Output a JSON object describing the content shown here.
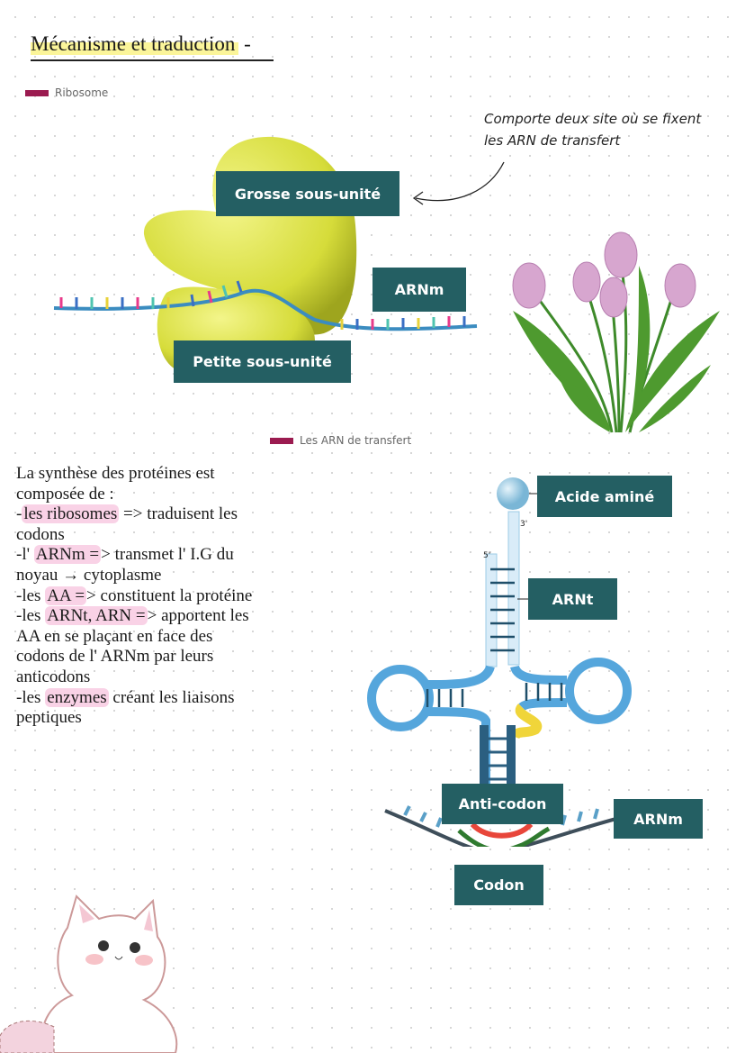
{
  "title": "Mécanisme et traduction",
  "title_suffix": "-",
  "ribosome_figure": {
    "legend": "Ribosome",
    "labels": {
      "large_subunit": "Grosse sous-unité",
      "mrna": "ARNm",
      "small_subunit": "Petite sous-unité"
    },
    "annotation_line1": "Comporte deux site où se fixent",
    "annotation_line2": "les ARN de transfert"
  },
  "trna_figure": {
    "legend": "Les ARN de transfert",
    "labels": {
      "amino_acid": "Acide aminé",
      "trna": "ARNt",
      "anticodon": "Anti-codon",
      "mrna": "ARNm",
      "codon": "Codon",
      "three_prime": "3'",
      "five_prime": "5'"
    }
  },
  "body": {
    "l1": "La synthèse des protéines est",
    "l2": "composée de :",
    "l3a": "-",
    "l3b": "les ribosomes",
    "l3c": " => traduisent les",
    "l4": "codons",
    "l5a": "-l' ",
    "l5b": "ARNm =",
    "l5c": "> transmet l' I.G du",
    "l6": "noyau → cytoplasme",
    "l7a": "-les ",
    "l7b": "AA =",
    "l7c": "> constituent la protéine",
    "l8a": "-les ",
    "l8b": "ARNt, ARN =",
    "l8c": "> apportent les",
    "l9": "AA en se plaçant en face des",
    "l10": "codons de l' ARNm par leurs",
    "l11": "anticodons",
    "l12a": "-les ",
    "l12b": "enzymes",
    "l12c": " créant les liaisons",
    "l13": "peptiques"
  },
  "colors": {
    "label_bg": "#245f63",
    "legend": "#9b1b50",
    "highlight_title": "#fbf59a",
    "highlight_text": "#f9d2e6"
  }
}
